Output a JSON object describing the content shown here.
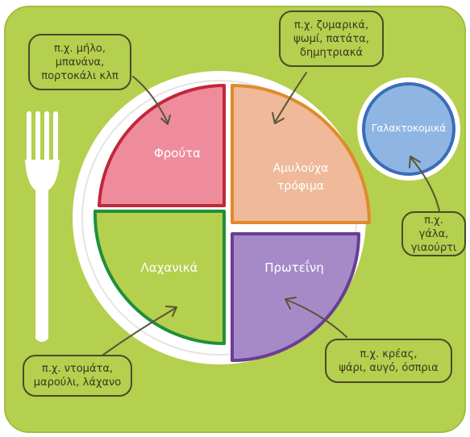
{
  "plate": {
    "fruits": "Φρούτα",
    "grains": "Αμυλούχα\nτρόφιμα",
    "vegetables": "Λαχανικά",
    "protein": "Πρωτεΐνη",
    "dairy": "Γαλακτοκομικά"
  },
  "notes": {
    "fruits": "π.χ. μήλο,\nμπανάνα,\nπορτοκάλι κλπ",
    "grains": "π.χ. ζυμαρικά,\nψωμί, πατάτα,\nδημητριακά",
    "dairy": "π.χ. γάλα,\nγιαούρτι",
    "vegetables": "π.χ. ντομάτα,\nμαρούλι, λάχανο",
    "protein": "π.χ. κρέας,\nψάρι, αυγό, όσπρια"
  },
  "colors": {
    "placemat": "#b5cf4e",
    "plate": "#ffffff",
    "fruits": "#ef8c9c",
    "fruits_border": "#c2273a",
    "grains": "#efb99a",
    "grains_border": "#e08a2a",
    "vegetables": "#b5cf4e",
    "vegetables_border": "#1f8f3a",
    "protein": "#a68ac7",
    "protein_border": "#6a3d96",
    "dairy": "#8fb6e3",
    "dairy_border": "#3a6db8"
  }
}
